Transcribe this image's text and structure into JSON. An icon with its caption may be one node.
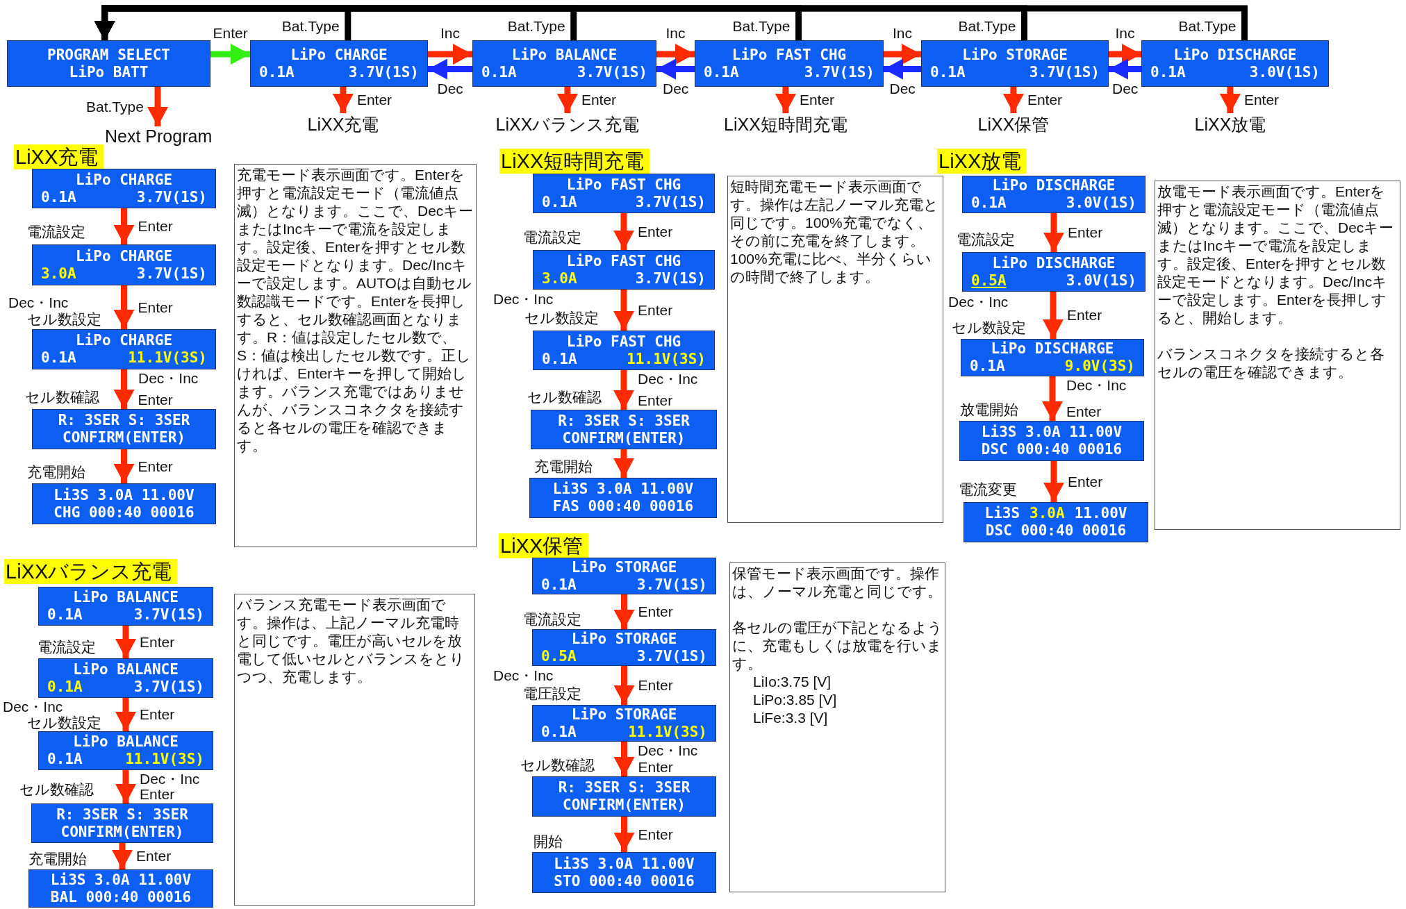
{
  "diagram": {
    "nodes": [
      {
        "text": [
          "PROGRAM SELECT",
          "LiPo BATT"
        ]
      },
      {
        "text": [
          "LiPo CHARGE",
          "0.1A",
          "3.7V(1S)"
        ]
      },
      {
        "text": [
          "LiPo BALANCE",
          "0.1A",
          "3.7V(1S)"
        ]
      },
      {
        "text": [
          "LiPo FAST CHG",
          "0.1A",
          "3.7V(1S)"
        ]
      },
      {
        "text": [
          "LiPo STORAGE",
          "0.1A",
          "3.7V(1S)"
        ]
      },
      {
        "text": [
          "LiPo DISCHARGE",
          "0.1A",
          "3.0V(1S)"
        ]
      },
      {
        "text": [
          "LiXX充電"
        ]
      },
      {
        "text": [
          "LiXXバランス充電"
        ]
      },
      {
        "text": [
          "LiXX短時間充電"
        ]
      },
      {
        "text": [
          "LiXX保管"
        ]
      },
      {
        "text": [
          "LiXX放電"
        ]
      },
      {
        "text": [
          "Next Program"
        ]
      },
      {
        "text": [
          "LiXX充電"
        ]
      },
      {
        "text": [
          "LiPo CHARGE",
          "0.1A",
          "3.7V(1S)"
        ]
      },
      {
        "text": [
          "LiPo CHARGE",
          "3.0A",
          "3.7V(1S)"
        ]
      },
      {
        "text": [
          "LiPo CHARGE",
          "0.1A",
          "11.1V(3S)"
        ]
      },
      {
        "text": [
          "R: 3SER S: 3SER",
          "CONFIRM(ENTER)"
        ]
      },
      {
        "text": [
          "Li3S 3.0A 11.00V",
          "CHG 000:40 00016"
        ]
      },
      {
        "text": [
          "充電モード表示画面です。Enterを押すと電流設定モード（電流値点滅）となります。ここで、DecキーまたはIncキーで電流を設定します。設定後、Enterを押すとセル数設定モードとなります。Dec/Incキーで設定します。AUTOは自動セル数認識モードです。Enterを長押しすると、セル数確認画面となります。R：値は設定したセル数で、S：値は検出したセル数です。正しければ、Enterキーを押して開始します。バランス充電ではありませんが、バランスコネクタを接続すると各セルの電圧を確認できます。"
        ]
      },
      {
        "text": [
          "LiXXバランス充電"
        ]
      },
      {
        "text": [
          "LiPo BALANCE",
          "0.1A",
          "3.7V(1S)"
        ]
      },
      {
        "text": [
          "LiPo BALANCE",
          "0.1A",
          "3.7V(1S)"
        ]
      },
      {
        "text": [
          "LiPo BALANCE",
          "0.1A",
          "11.1V(3S)"
        ]
      },
      {
        "text": [
          "R: 3SER S: 3SER",
          "CONFIRM(ENTER)"
        ]
      },
      {
        "text": [
          "Li3S 3.0A 11.00V",
          "BAL 000:40 00016"
        ]
      },
      {
        "text": [
          "バランス充電モード表示画面です。操作は、上記ノーマル充電時と同じです。電圧が高いセルを放電して低いセルとバランスをとりつつ、充電します。"
        ]
      },
      {
        "text": [
          "LiXX短時間充電"
        ]
      },
      {
        "text": [
          "LiPo FAST CHG",
          "0.1A",
          "3.7V(1S)"
        ]
      },
      {
        "text": [
          "LiPo FAST CHG",
          "3.0A",
          "3.7V(1S)"
        ]
      },
      {
        "text": [
          "LiPo FAST CHG",
          "0.1A",
          "11.1V(3S)"
        ]
      },
      {
        "text": [
          "R: 3SER S: 3SER",
          "CONFIRM(ENTER)"
        ]
      },
      {
        "text": [
          "Li3S 3.0A 11.00V",
          "FAS 000:40 00016"
        ]
      },
      {
        "text": [
          "短時間充電モード表示画面です。操作は左記ノーマル充電と同じです。100%充電でなく、その前に充電を終了します。100%充電に比べ、半分くらいの時間で終了します。"
        ]
      },
      {
        "text": [
          "LiXX保管"
        ]
      },
      {
        "text": [
          "LiPo STORAGE",
          "0.1A",
          "3.7V(1S)"
        ]
      },
      {
        "text": [
          "LiPo STORAGE",
          "0.5A",
          "3.7V(1S)"
        ]
      },
      {
        "text": [
          "LiPo STORAGE",
          "0.1A",
          "11.1V(3S)"
        ]
      },
      {
        "text": [
          "R: 3SER S: 3SER",
          "CONFIRM(ENTER)"
        ]
      },
      {
        "text": [
          "Li3S 3.0A 11.00V",
          "STO 000:40 00016"
        ]
      },
      {
        "text": [
          "保管モード表示画面です。操作は、ノーマル充電と同じです。",
          "各セルの電圧が下記となるように、充電もしくは放電を行います。",
          "LiIo:3.75 [V]",
          "LiPo:3.85 [V]",
          "LiFe:3.3 [V]"
        ]
      },
      {
        "text": [
          "LiXX放電"
        ]
      },
      {
        "text": [
          "LiPo DISCHARGE",
          "0.1A",
          "3.0V(1S)"
        ]
      },
      {
        "text": [
          "LiPo DISCHARGE",
          "0.5A",
          "3.0V(1S)"
        ]
      },
      {
        "text": [
          "LiPo DISCHARGE",
          "0.1A",
          "9.0V(3S)"
        ]
      },
      {
        "text": [
          "Li3S 3.0A 11.00V",
          "DSC 000:40 00016"
        ]
      },
      {
        "text": [
          "Li3S",
          "3.0A",
          "11.00V",
          "DSC 000:40 00016"
        ]
      },
      {
        "text": [
          "放電モード表示画面です。Enterを押すと電流設定モード（電流値点滅）となります。ここで、DecキーまたはIncキーで電流を設定します。設定後、Enterを押すとセル数設定モードとなります。Dec/Incキーで設定します。Enterを長押しすると、開始します。",
          "バランスコネクタを接続すると各セルの電圧を確認できます。"
        ]
      }
    ],
    "edges": [
      {
        "from": 0,
        "to": 1,
        "arrow": "to",
        "label": "Enter",
        "color": "#33ee11"
      },
      {
        "from": 1,
        "to": 2,
        "arrow": "to",
        "label": "Inc"
      },
      {
        "from": 2,
        "to": 1,
        "arrow": "to",
        "label": "Dec",
        "color": "#1a2bff"
      },
      {
        "from": 2,
        "to": 3,
        "arrow": "to",
        "label": "Inc"
      },
      {
        "from": 3,
        "to": 2,
        "arrow": "to",
        "label": "Dec",
        "color": "#1a2bff"
      },
      {
        "from": 3,
        "to": 4,
        "arrow": "to",
        "label": "Inc"
      },
      {
        "from": 4,
        "to": 3,
        "arrow": "to",
        "label": "Dec",
        "color": "#1a2bff"
      },
      {
        "from": 4,
        "to": 5,
        "arrow": "to",
        "label": "Inc"
      },
      {
        "from": 5,
        "to": 4,
        "arrow": "to",
        "label": "Dec",
        "color": "#1a2bff"
      },
      {
        "from": 1,
        "to": 0,
        "arrow": "to",
        "label": "Bat.Type",
        "color": "#000000"
      },
      {
        "from": 2,
        "to": 0,
        "arrow": "to",
        "label": "Bat.Type",
        "color": "#000000"
      },
      {
        "from": 3,
        "to": 0,
        "arrow": "to",
        "label": "Bat.Type",
        "color": "#000000"
      },
      {
        "from": 4,
        "to": 0,
        "arrow": "to",
        "label": "Bat.Type",
        "color": "#000000"
      },
      {
        "from": 5,
        "to": 0,
        "arrow": "to",
        "label": "Bat.Type",
        "color": "#000000"
      },
      {
        "from": 0,
        "to": 11,
        "arrow": "to",
        "label": "Bat.Type"
      },
      {
        "from": 1,
        "to": 6,
        "arrow": "to",
        "label": "Enter"
      },
      {
        "from": 2,
        "to": 7,
        "arrow": "to",
        "label": "Enter"
      },
      {
        "from": 3,
        "to": 8,
        "arrow": "to",
        "label": "Enter"
      },
      {
        "from": 4,
        "to": 9,
        "arrow": "to",
        "label": "Enter"
      },
      {
        "from": 5,
        "to": 10,
        "arrow": "to",
        "label": "Enter"
      },
      {
        "from": 13,
        "to": 14,
        "arrow": "to",
        "label": "Enter"
      },
      {
        "from": 14,
        "to": 15,
        "arrow": "to",
        "label": "Enter"
      },
      {
        "from": 15,
        "to": 16,
        "arrow": "to",
        "label": "Enter"
      },
      {
        "from": 16,
        "to": 17,
        "arrow": "to",
        "label": "Enter"
      },
      {
        "from": 20,
        "to": 21,
        "arrow": "to",
        "label": "Enter"
      },
      {
        "from": 21,
        "to": 22,
        "arrow": "to",
        "label": "Enter"
      },
      {
        "from": 22,
        "to": 23,
        "arrow": "to",
        "label": "Enter"
      },
      {
        "from": 23,
        "to": 24,
        "arrow": "to",
        "label": "Enter"
      },
      {
        "from": 27,
        "to": 28,
        "arrow": "to",
        "label": "Enter"
      },
      {
        "from": 28,
        "to": 29,
        "arrow": "to",
        "label": "Enter"
      },
      {
        "from": 29,
        "to": 30,
        "arrow": "to",
        "label": "Enter"
      },
      {
        "from": 30,
        "to": 31,
        "arrow": "to"
      },
      {
        "from": 34,
        "to": 35,
        "arrow": "to",
        "label": "Enter"
      },
      {
        "from": 35,
        "to": 36,
        "arrow": "to",
        "label": "Enter"
      },
      {
        "from": 36,
        "to": 37,
        "arrow": "to",
        "label": "Enter"
      },
      {
        "from": 37,
        "to": 38,
        "arrow": "to",
        "label": "Enter"
      },
      {
        "from": 41,
        "to": 42,
        "arrow": "to",
        "label": "Enter"
      },
      {
        "from": 42,
        "to": 43,
        "arrow": "to",
        "label": "Enter"
      },
      {
        "from": 43,
        "to": 44,
        "arrow": "to",
        "label": "Enter"
      },
      {
        "from": 44,
        "to": 45,
        "arrow": "to",
        "label": "Enter"
      }
    ],
    "labels": [
      "電流設定",
      "Dec・Inc",
      "セル数設定",
      "セル数確認",
      "Dec・Inc",
      "充電開始",
      "電流設定",
      "Dec・Inc",
      "セル数設定",
      "セル数確認",
      "Dec・Inc",
      "充電開始",
      "電流設定",
      "Dec・Inc",
      "セル数設定",
      "セル数確認",
      "Dec・Inc",
      "充電開始",
      "電流設定",
      "Dec・Inc",
      "電圧設定",
      "セル数確認",
      "Dec・Inc",
      "開始",
      "電流設定",
      "Dec・Inc",
      "セル数設定",
      "Dec・Inc",
      "放電開始",
      "電流変更"
    ]
  }
}
